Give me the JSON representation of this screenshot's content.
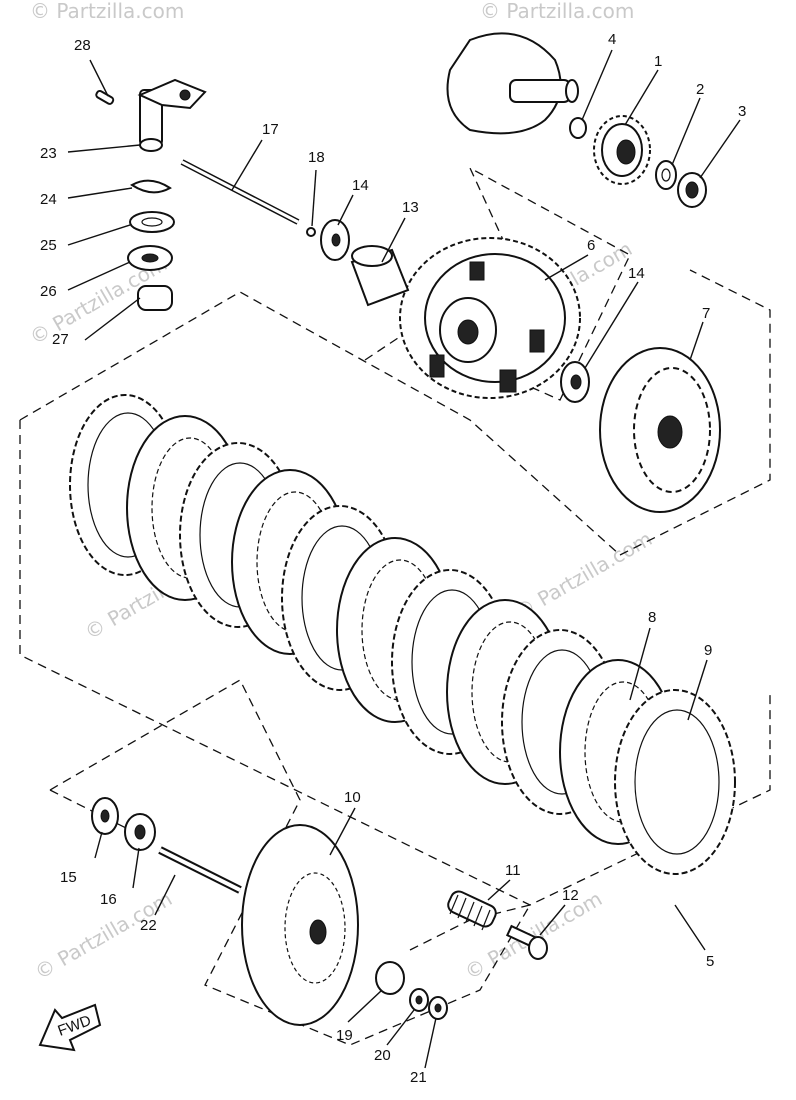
{
  "watermark": "© Partzilla.com",
  "fwd_label": "FWD",
  "callouts": {
    "c1": "1",
    "c2": "2",
    "c3": "3",
    "c4": "4",
    "c5": "5",
    "c6": "6",
    "c7": "7",
    "c8": "8",
    "c9": "9",
    "c10": "10",
    "c11": "11",
    "c12": "12",
    "c13": "13",
    "c14a": "14",
    "c14b": "14",
    "c15": "15",
    "c16": "16",
    "c17": "17",
    "c18": "18",
    "c19": "19",
    "c20": "20",
    "c21": "21",
    "c22": "22",
    "c23": "23",
    "c24": "24",
    "c25": "25",
    "c26": "26",
    "c27": "27",
    "c28": "28"
  }
}
